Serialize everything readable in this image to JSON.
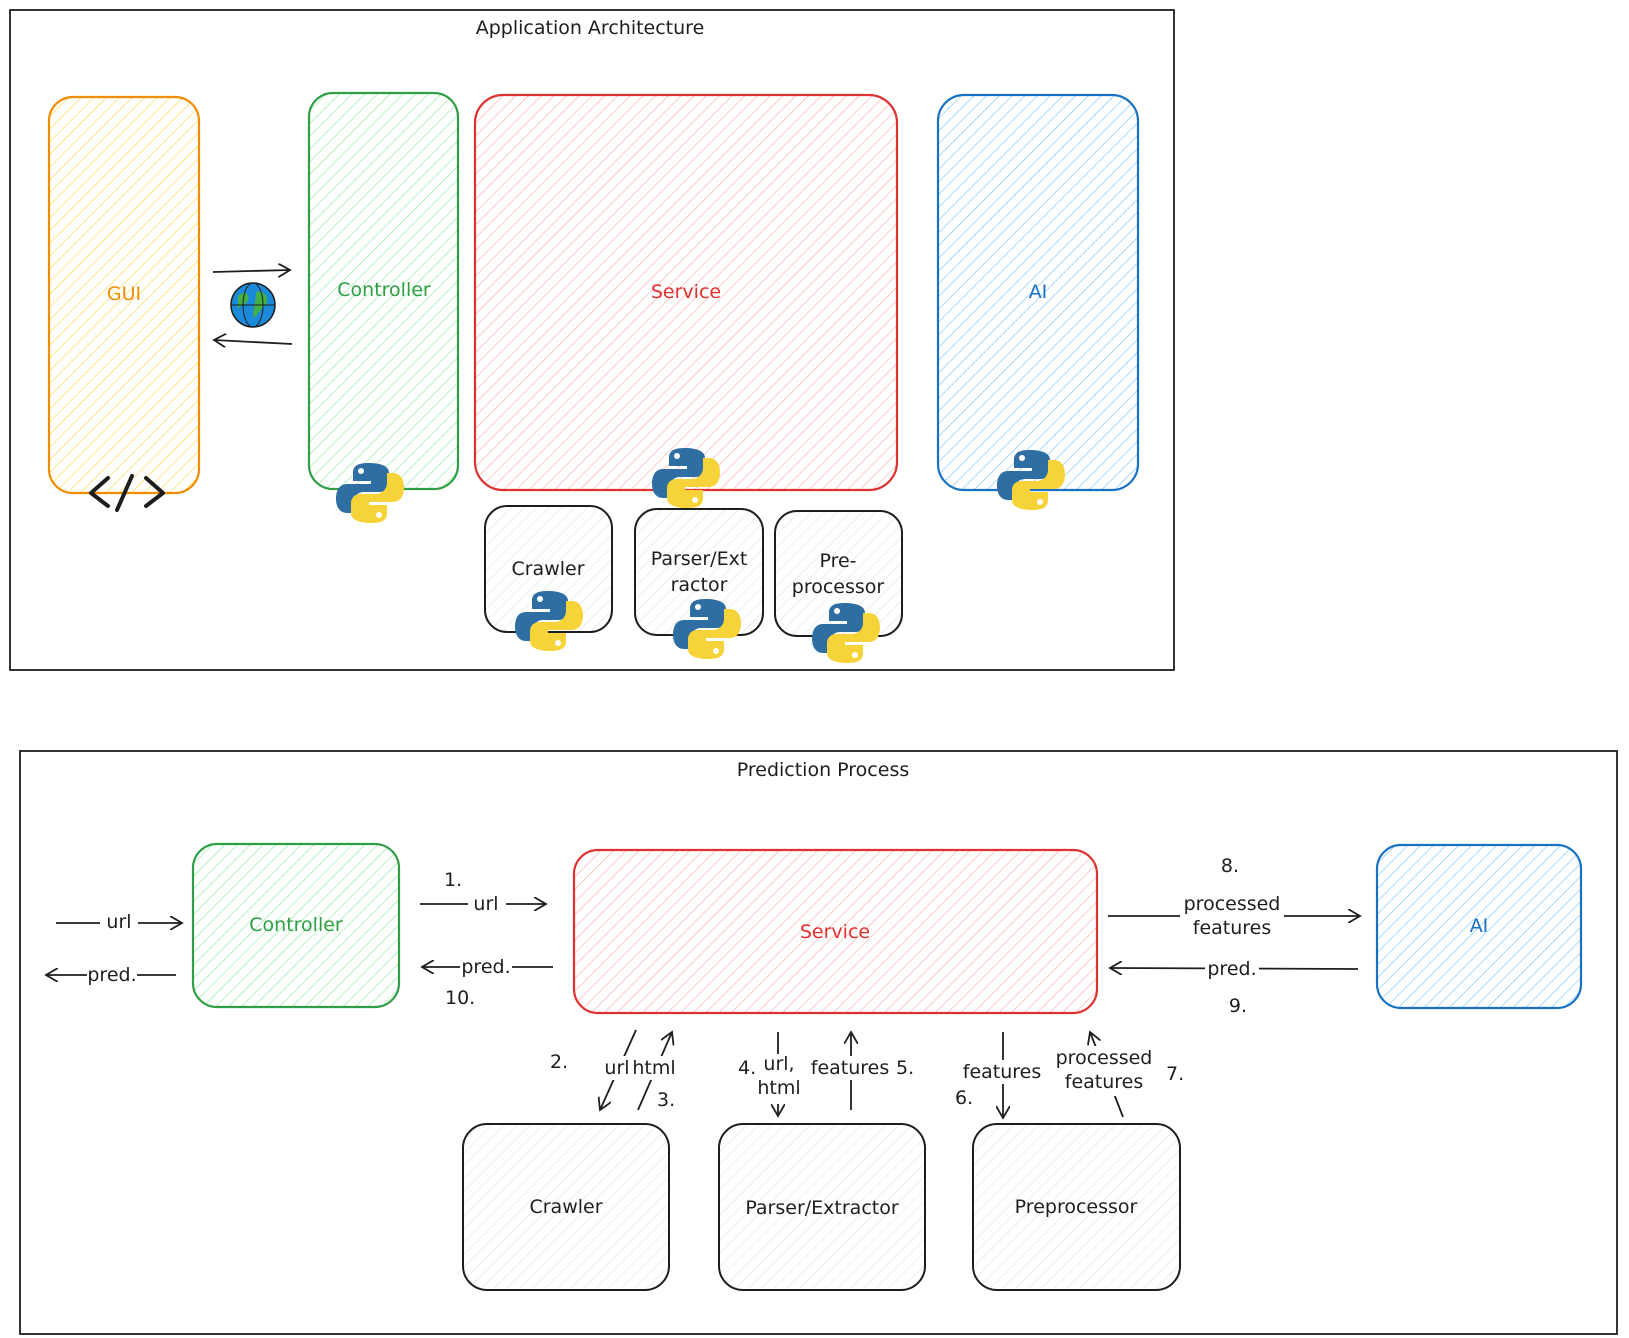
{
  "colors": {
    "gui": "#f08c00",
    "gui_fill": "#ffec99",
    "controller": "#2f9e44",
    "controller_fill": "#b2f2bb",
    "service": "#e03131",
    "service_fill": "#ffc9c9",
    "ai": "#1971c2",
    "ai_fill": "#a5d8ff",
    "component": "#1e1e1e",
    "component_fill": "#e9ecef",
    "python_blue": "#2f6ea3",
    "python_yellow": "#f7d33a",
    "globe_blue": "#1c8adb",
    "globe_green": "#43b047"
  },
  "architecture": {
    "title": "Application Architecture",
    "gui": "GUI",
    "controller": "Controller",
    "service": "Service",
    "ai": "AI",
    "crawler": "Crawler",
    "parser_line1": "Parser/Ext",
    "parser_line2": "ractor",
    "preprocessor_line1": "Pre-",
    "preprocessor_line2": "processor",
    "icons": [
      "code-icon",
      "globe-icon",
      "python-icon"
    ]
  },
  "prediction": {
    "title": "Prediction Process",
    "controller": "Controller",
    "service": "Service",
    "ai": "AI",
    "crawler": "Crawler",
    "parser": "Parser/Extractor",
    "preprocessor": "Preprocessor",
    "in_url": "url",
    "out_pred": "pred.",
    "step1_num": "1.",
    "step1_label": "url",
    "step10_label": "pred.",
    "step10_num": "10.",
    "step2_num": "2.",
    "step2_label": "url",
    "step3_label": "html",
    "step3_num": "3.",
    "step4_num": "4.",
    "step4_label_a": "url,",
    "step4_label_b": "html",
    "step5_label": "features",
    "step5_num": "5.",
    "step6_label": "features",
    "step6_num": "6.",
    "step7_label_a": "processed",
    "step7_label_b": "features",
    "step7_num": "7.",
    "step8_num": "8.",
    "step8_label_a": "processed",
    "step8_label_b": "features",
    "step9_label": "pred.",
    "step9_num": "9."
  }
}
